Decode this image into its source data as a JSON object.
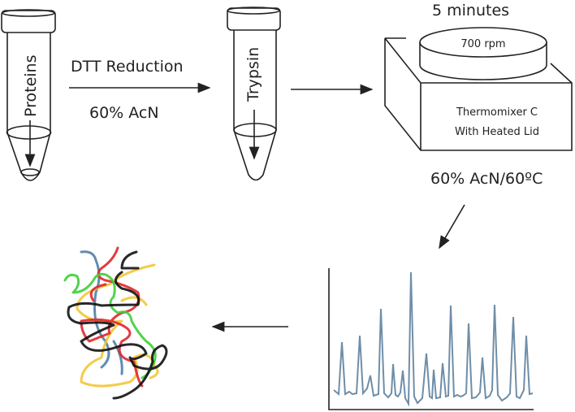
{
  "tube1": {
    "label": "Proteins"
  },
  "step1": {
    "top_label": "DTT Reduction",
    "bottom_label": "60% AcN"
  },
  "tube2": {
    "label": "Trypsin"
  },
  "thermomixer": {
    "time_label": "5 minutes",
    "speed_label": "700 rpm",
    "name_line1": "Thermomixer C",
    "name_line2": "With Heated Lid",
    "condition_label": "60% AcN/60ºC"
  },
  "colors": {
    "line": "#222222",
    "chromatogram": "#6f8ea8",
    "red": "#e0262a",
    "green": "#3fce3a",
    "yellow": "#f2c635",
    "blue": "#4f7fa8",
    "black": "#111111"
  }
}
